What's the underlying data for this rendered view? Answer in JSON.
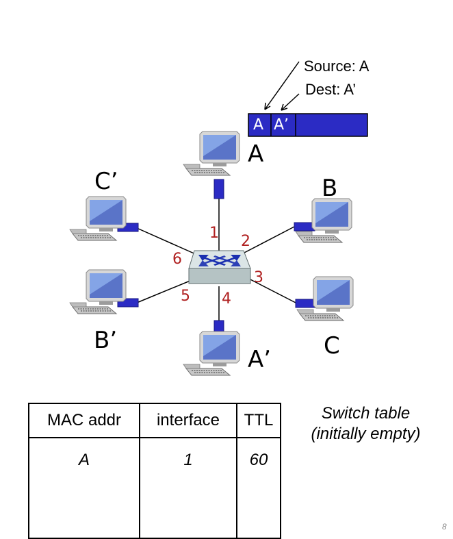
{
  "frame": {
    "fields": [
      "A",
      "A’"
    ],
    "source_label": "Source: A",
    "dest_label": "Dest: A’",
    "color": "#2b2bc4"
  },
  "hosts": {
    "a": "A",
    "b": "B",
    "c": "C",
    "a_prime": "A’",
    "b_prime": "B’",
    "c_prime": "C’"
  },
  "ports": [
    "1",
    "2",
    "3",
    "4",
    "5",
    "6"
  ],
  "switch_table": {
    "headers": [
      "MAC addr",
      "interface",
      "TTL"
    ],
    "rows": [
      [
        "A",
        "1",
        "60"
      ]
    ],
    "caption_line1": "Switch table",
    "caption_line2": "(initially empty)"
  },
  "page_number": "8",
  "colors": {
    "port_label": "#b02020",
    "link_connector": "#2b2bc4",
    "switch_arrows": "#1a2fb0"
  },
  "icons": [
    "computer-icon",
    "switch-icon"
  ]
}
